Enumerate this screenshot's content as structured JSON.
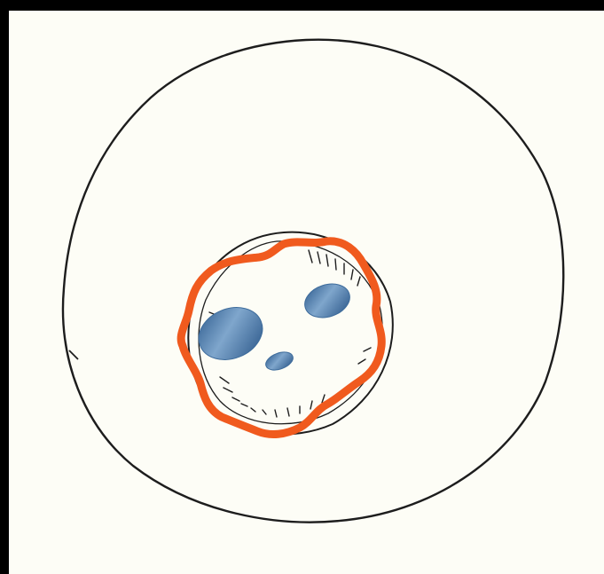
{
  "colors": {
    "background": "#000000",
    "paper": "#fdfdf6",
    "ink": "#1d1d1d",
    "membrane_highlight": "#f05a1e",
    "vacuole_fill_dark": "#3e6c9c",
    "vacuole_fill_light": "#7fa6cc"
  },
  "diagram": {
    "type": "cell-sketch",
    "parts": [
      "cell-wall-outline",
      "nucleus-outline",
      "nuclear-membrane-highlight",
      "vacuole-1",
      "vacuole-2",
      "vacuole-3"
    ]
  }
}
